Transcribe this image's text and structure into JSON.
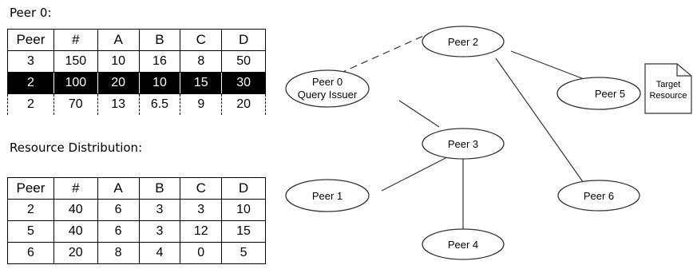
{
  "peer0_table": {
    "caption": "Peer 0:",
    "headers": [
      "Peer",
      "#",
      "A",
      "B",
      "C",
      "D"
    ],
    "rows": [
      [
        "3",
        "150",
        "10",
        "16",
        "8",
        "50"
      ],
      [
        "2",
        "100",
        "20",
        "10",
        "15",
        "30"
      ],
      [
        "2",
        "70",
        "13",
        "6.5",
        "9",
        "20"
      ]
    ],
    "highlighted_row": 1
  },
  "resource_table": {
    "caption": "Resource Distribution:",
    "headers": [
      "Peer",
      "#",
      "A",
      "B",
      "C",
      "D"
    ],
    "rows": [
      [
        "2",
        "40",
        "6",
        "3",
        "3",
        "10"
      ],
      [
        "5",
        "40",
        "6",
        "3",
        "12",
        "15"
      ],
      [
        "6",
        "20",
        "8",
        "4",
        "0",
        "5"
      ]
    ]
  },
  "network": {
    "nodes": {
      "peer2": {
        "label": "Peer 2"
      },
      "peer0": {
        "label": "Peer 0",
        "sublabel": "Query Issuer"
      },
      "peer5": {
        "label": "Peer 5"
      },
      "peer3": {
        "label": "Peer 3"
      },
      "peer1": {
        "label": "Peer 1"
      },
      "peer6": {
        "label": "Peer 6"
      },
      "peer4": {
        "label": "Peer 4"
      }
    },
    "target_doc": {
      "line1": "Target",
      "line2": "Resource"
    },
    "edges": [
      {
        "from": "peer0",
        "to": "peer2",
        "style": "dashed"
      },
      {
        "from": "peer2",
        "to": "peer5",
        "style": "solid"
      },
      {
        "from": "peer2",
        "to": "peer6",
        "style": "solid"
      },
      {
        "from": "peer0",
        "to": "peer3",
        "style": "solid"
      },
      {
        "from": "peer3",
        "to": "peer1",
        "style": "solid"
      },
      {
        "from": "peer3",
        "to": "peer4",
        "style": "solid"
      }
    ]
  }
}
